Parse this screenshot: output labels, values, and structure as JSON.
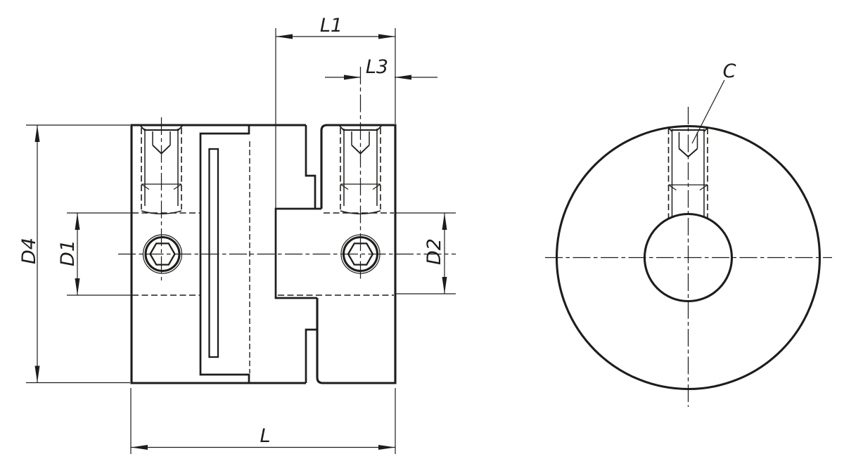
{
  "drawing": {
    "type": "technical-drawing-shaft-coupling",
    "colors": {
      "line": "#1d1d1b",
      "background": "#ffffff"
    },
    "labels": {
      "l1": "L1",
      "l3": "L3",
      "d4": "D4",
      "d1": "D1",
      "d2": "D2",
      "l": "L",
      "c": "C"
    }
  }
}
